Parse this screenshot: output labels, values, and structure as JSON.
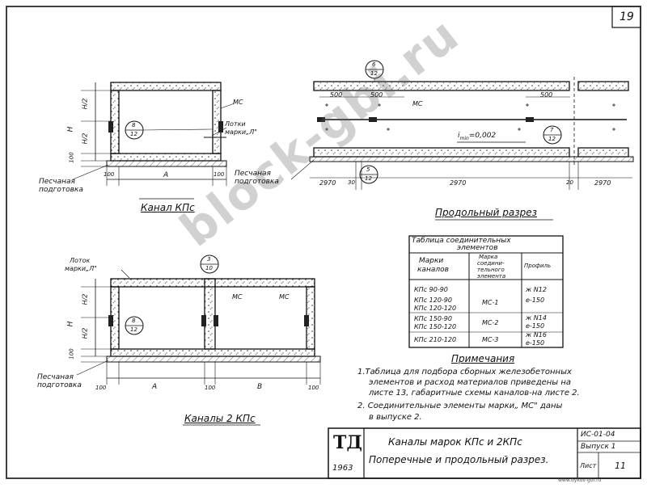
{
  "sheet": {
    "page_number": "19",
    "footer_code": "www.bykov-gbi.ru",
    "watermark": "block-gbi.ru"
  },
  "drawing1": {
    "caption": "Канал КПс",
    "h_label": "H",
    "h_half_top": "H/2",
    "h_half_bot": "H/2",
    "d100_left": "100",
    "d100_bottom": "100",
    "d100_right": "100",
    "a_label": "A",
    "mc_label": "МС",
    "lotok_line1": "Лотки",
    "lotok_line2": "марки„Л\"",
    "ref_top": "8",
    "ref_bot": "12",
    "sand_line1": "Песчаная",
    "sand_line2": "подготовка"
  },
  "drawing2": {
    "caption": "Продольный разрез",
    "ref_top1": "6",
    "ref_bot1": "12",
    "d500a": "500",
    "d500b": "500",
    "d500c": "500",
    "mc_label": "МС",
    "slope": "i",
    "slope_sub": "min",
    "slope_val": "=0,002",
    "ref_top2": "7",
    "ref_bot2": "12",
    "ref_top3": "5",
    "ref_bot3": "12",
    "d2970a": "2970",
    "d30": "30",
    "d2970b": "2970",
    "d20": "20",
    "d2970c": "2970",
    "sand_line1": "Песчаная",
    "sand_line2": "подготовка"
  },
  "drawing3": {
    "caption": "Каналы 2 КПс",
    "lotok_line1": "Лоток",
    "lotok_line2": "марки„Л\"",
    "ref_top1": "3",
    "ref_bot1": "10",
    "ref_top2": "8",
    "ref_bot2": "12",
    "mc_label1": "МС",
    "mc_label2": "МС",
    "h_label": "H",
    "h_half_top": "H/2",
    "h_half_bot": "H/2",
    "d100_left": "100",
    "d100_a": "100",
    "d100_mid": "100",
    "d100_b": "100",
    "a_label": "A",
    "b_label": "B",
    "sand_line1": "Песчаная",
    "sand_line2": "подготовка"
  },
  "table": {
    "title_line1": "Таблица соединительных",
    "title_line2": "элементов",
    "headers": {
      "col1_line1": "Марки",
      "col1_line2": "каналов",
      "col2_line1": "Марка",
      "col2_line2": "соедини-",
      "col2_line3": "тельного",
      "col2_line4": "элемента",
      "col3": "Профиль"
    },
    "rows": [
      {
        "channels": [
          "КПс 90-90"
        ],
        "element": "",
        "profile": [
          "ж N12",
          "e-150"
        ]
      },
      {
        "channels": [
          "КПс 120-90",
          "КПс 120-120"
        ],
        "element": "МС-1",
        "profile": []
      },
      {
        "channels": [
          "КПс 150-90",
          "КПс 150-120"
        ],
        "element": "МС-2",
        "profile": [
          "ж N14",
          "e-150"
        ]
      },
      {
        "channels": [
          "КПс 210-120"
        ],
        "element": "МС-3",
        "profile": [
          "ж N16",
          "e-150"
        ]
      }
    ]
  },
  "notes": {
    "title": "Примечания",
    "n1_line1": "1.Таблица для подбора сборных железобетонных",
    "n1_line2": "элементов и расход материалов приведены на",
    "n1_line3": "листе 13, габаритные схемы каналов-на листе 2.",
    "n2_line1": "2. Соединительные элементы марки„ МС\" даны",
    "n2_line2": "в выпуске 2."
  },
  "title_block": {
    "logo": "ТД",
    "year": "1963",
    "title_line1": "Каналы марок КПс и 2КПс",
    "title_line2": "Поперечные и продольный разрез.",
    "code": "ИС-01-04",
    "issue": "Выпуск 1",
    "sheet_label": "Лист",
    "sheet_no": "11"
  }
}
